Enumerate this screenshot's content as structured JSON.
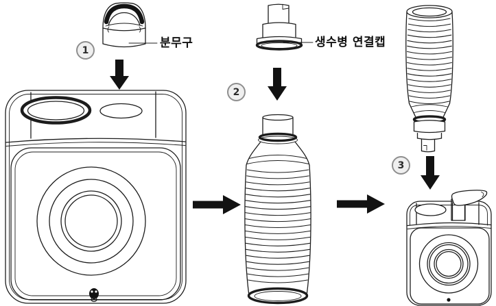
{
  "steps": [
    {
      "number": "1",
      "label": "분무구"
    },
    {
      "number": "2",
      "label": "생수병 연결캡"
    },
    {
      "number": "3",
      "label": ""
    }
  ],
  "icons": {
    "down_arrow": "▼",
    "right_arrow": "►"
  },
  "colors": {
    "background": "#ffffff",
    "line": "#1c1c1c",
    "arrow_fill": "#121212",
    "badge_fill": "#efefef",
    "badge_border": "#8e8e8e",
    "label_text": "#101010"
  }
}
